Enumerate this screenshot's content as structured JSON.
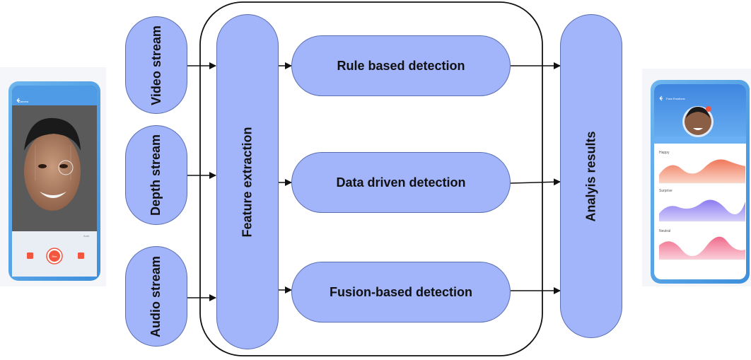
{
  "colors": {
    "node_fill": "#a2b4fa",
    "node_stroke": "#5b6fb0",
    "edge": "#111111"
  },
  "inputs": [
    "Video stream",
    "Depth stream",
    "Audio stream"
  ],
  "feature": "Feature extraction",
  "detections": [
    "Rule based detection",
    "Data driven detection",
    "Fusion-based detection"
  ],
  "output": "Analyis results",
  "left_phone": {
    "header_title": "Camera",
    "toggle_label": "Auto",
    "record_label": "Rec"
  },
  "right_phone": {
    "header_title": "Face Emotions",
    "emotions": [
      {
        "label": "Happy",
        "color": "#f0785a"
      },
      {
        "label": "Surprise",
        "color": "#8c7cf0"
      },
      {
        "label": "Neutral",
        "color": "#f06a8a"
      }
    ]
  }
}
